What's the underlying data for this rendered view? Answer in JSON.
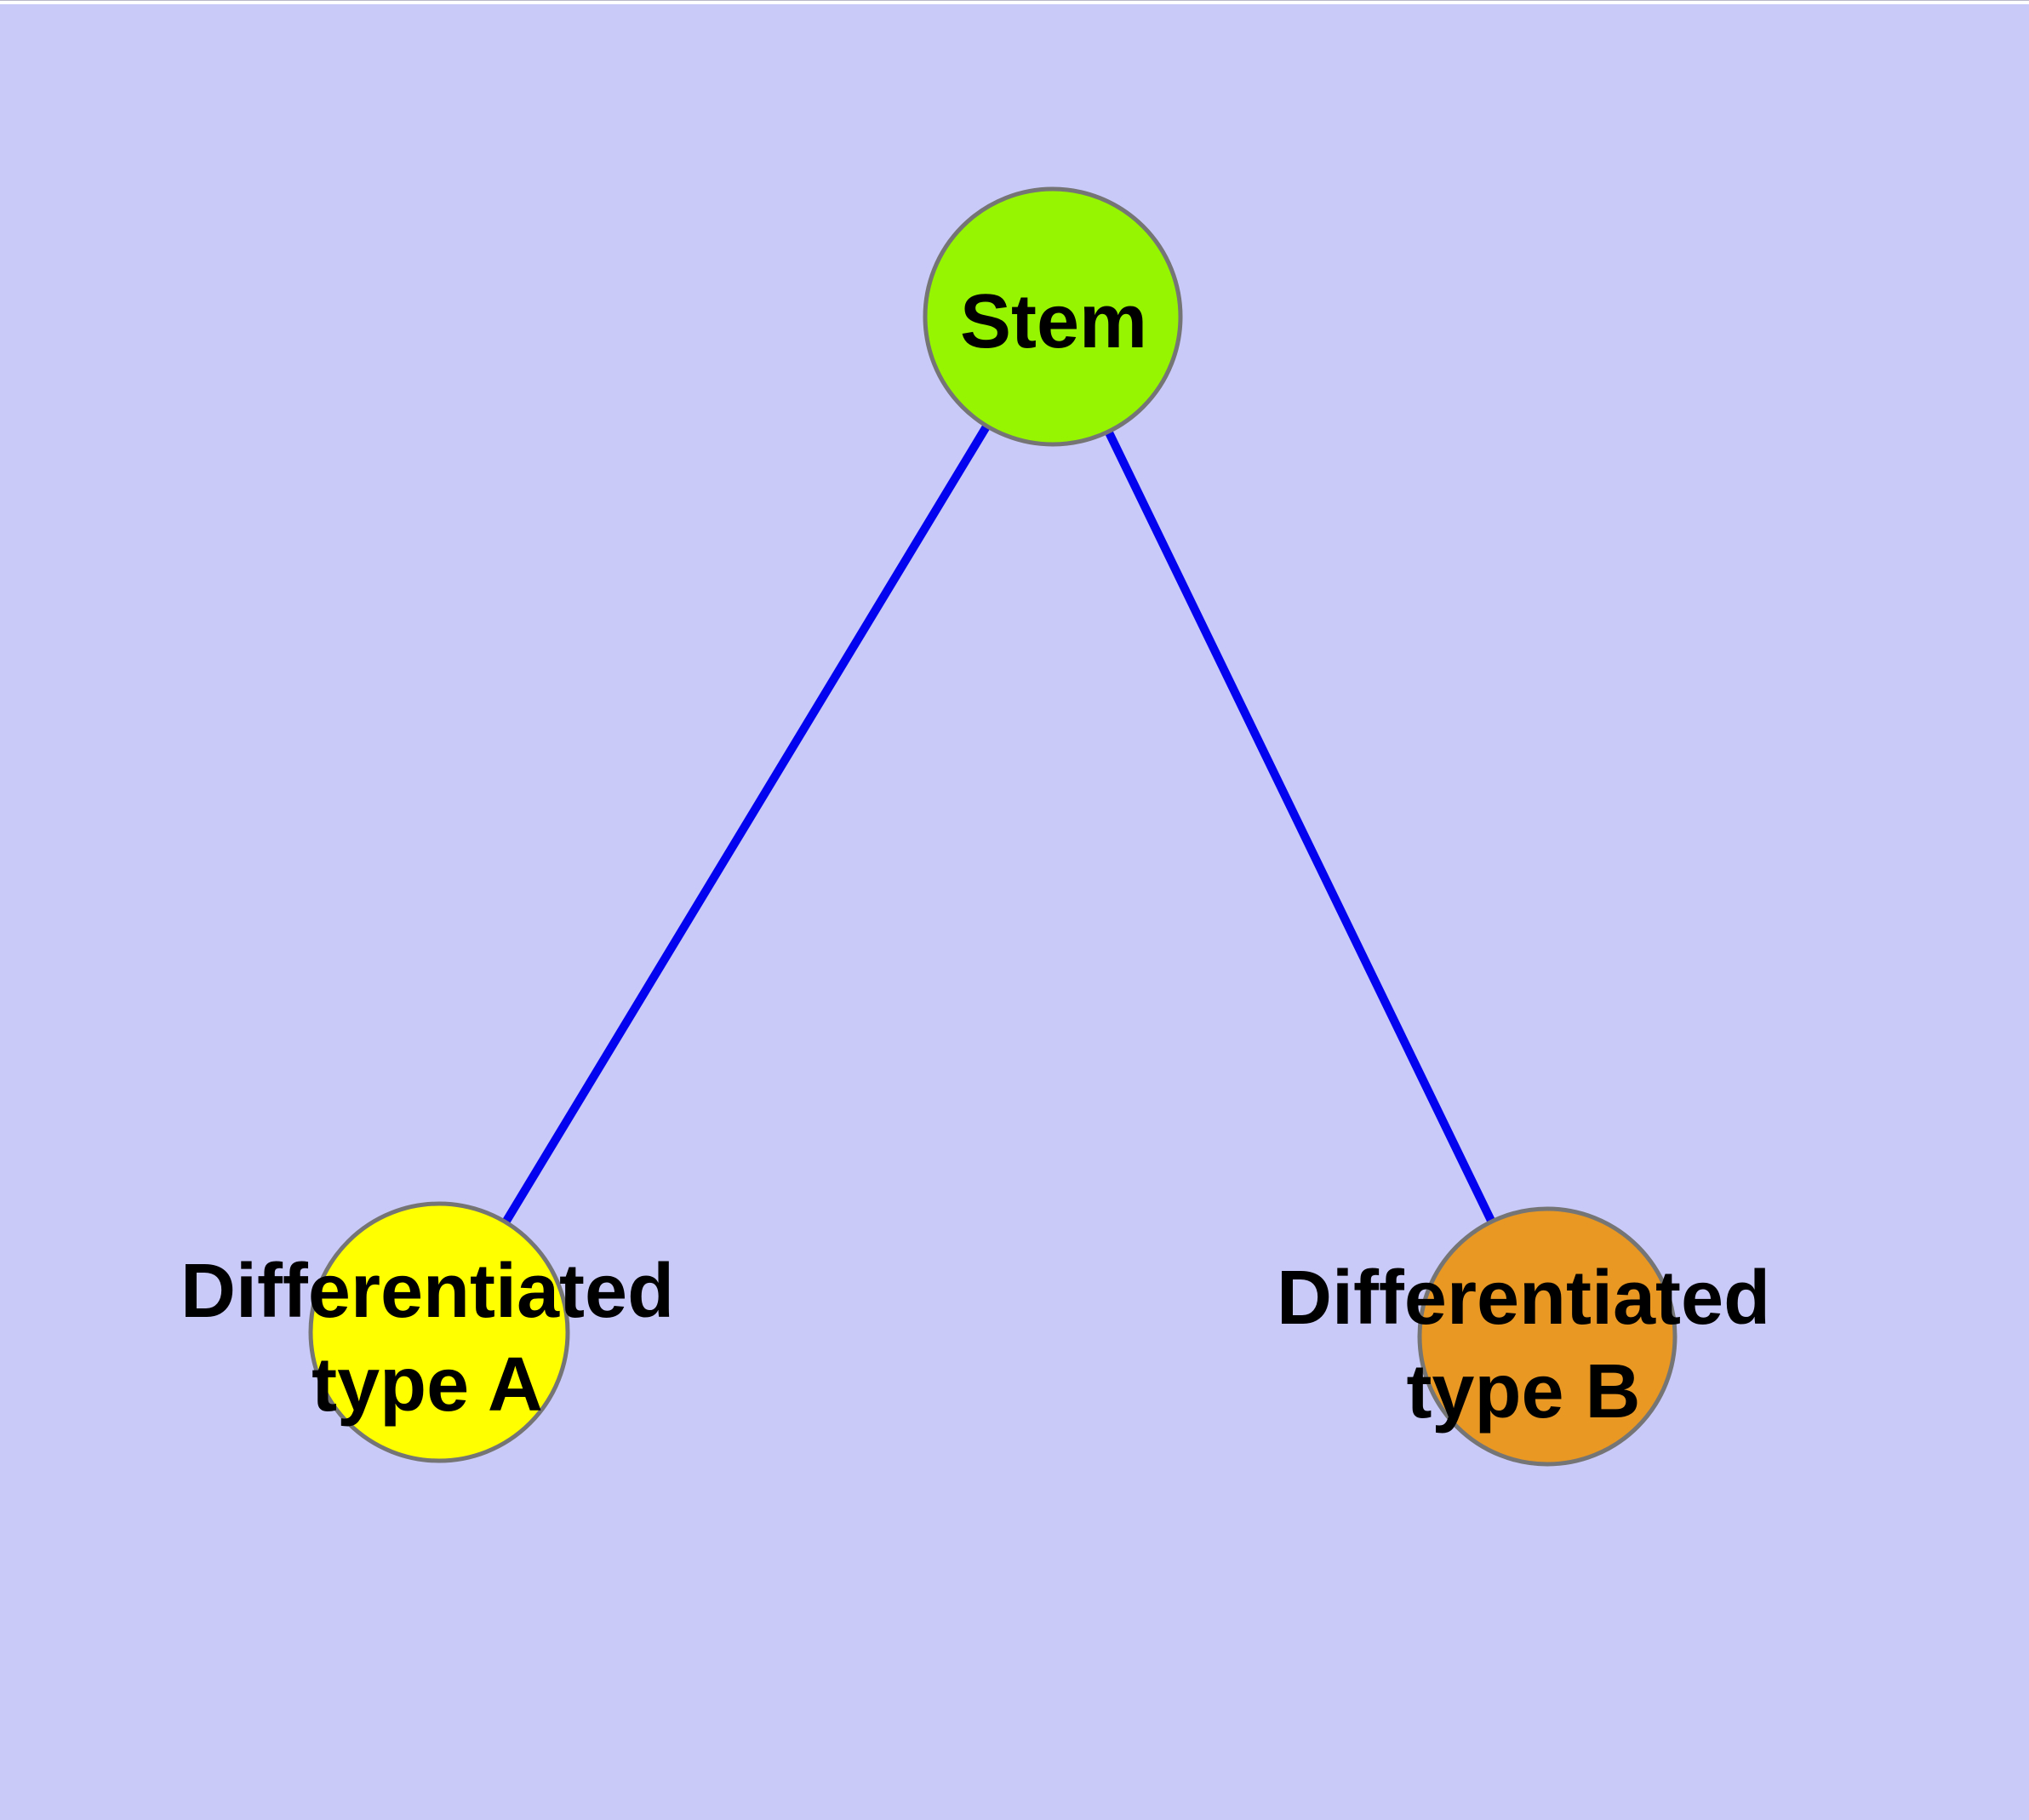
{
  "style": {
    "background_color": "#cacaf8",
    "top_strip_color": "#ffffff",
    "edge_color": "#0303ef",
    "node_border_color": "#757575",
    "label_color": "#000000"
  },
  "nodes": {
    "stem": {
      "label": "Stem",
      "color": "#96f501"
    },
    "type_a": {
      "label": "Differentiated\ntype A",
      "color": "#ffff00"
    },
    "type_b": {
      "label": "Differentiated\ntype B",
      "color": "#e89823"
    }
  },
  "edges": [
    {
      "from": "Stem",
      "to": "Differentiated type A"
    },
    {
      "from": "Stem",
      "to": "Differentiated type B"
    }
  ]
}
